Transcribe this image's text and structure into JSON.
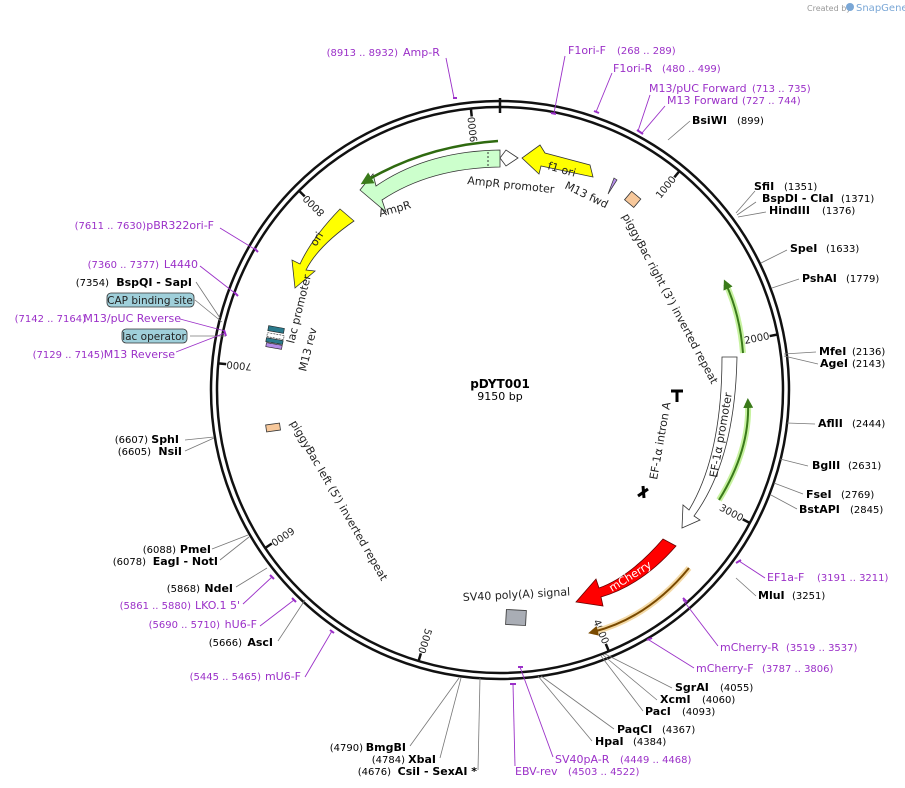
{
  "header": {
    "credit_prefix": "Created by",
    "brand": "SnapGene"
  },
  "map": {
    "name": "pDYT001",
    "length_label": "9150 bp",
    "total_bp": 9150
  },
  "ticks": [
    {
      "bp": 1000,
      "label": "1000"
    },
    {
      "bp": 2000,
      "label": "2000"
    },
    {
      "bp": 3000,
      "label": "3000"
    },
    {
      "bp": 4000,
      "label": "4000"
    },
    {
      "bp": 5000,
      "label": "5000"
    },
    {
      "bp": 6000,
      "label": "6000"
    },
    {
      "bp": 7000,
      "label": "7000"
    },
    {
      "bp": 8000,
      "label": "8000"
    },
    {
      "bp": 9000,
      "label": "9000"
    }
  ],
  "sites": [
    {
      "name": "BsiWI",
      "pos": "(899)",
      "side": "right",
      "bp": 899
    },
    {
      "name": "SfiI",
      "pos": "(1351)",
      "side": "right",
      "bp": 1351
    },
    {
      "name": "BspDI  - ClaI",
      "pos": "(1371)",
      "side": "right",
      "bp": 1371
    },
    {
      "name": "HindIII",
      "pos": "(1376)",
      "side": "right",
      "bp": 1376
    },
    {
      "name": "SpeI",
      "pos": "(1633)",
      "side": "right",
      "bp": 1633
    },
    {
      "name": "PshAI",
      "pos": "(1779)",
      "side": "right",
      "bp": 1779
    },
    {
      "name": "MfeI",
      "pos": "(2136)",
      "side": "right",
      "bp": 2136
    },
    {
      "name": "AgeI",
      "pos": "(2143)",
      "side": "right",
      "bp": 2143
    },
    {
      "name": "AflII",
      "pos": "(2444)",
      "side": "right",
      "bp": 2444
    },
    {
      "name": "BglII",
      "pos": "(2631)",
      "side": "right",
      "bp": 2631
    },
    {
      "name": "FseI",
      "pos": "(2769)",
      "side": "right",
      "bp": 2769
    },
    {
      "name": "BstAPI",
      "pos": "(2845)",
      "side": "right",
      "bp": 2845
    },
    {
      "name": "MluI",
      "pos": "(3251)",
      "side": "right",
      "bp": 3251
    },
    {
      "name": "SgrAI",
      "pos": "(4055)",
      "side": "right",
      "bp": 4055
    },
    {
      "name": "XcmI",
      "pos": "(4060)",
      "side": "right",
      "bp": 4060
    },
    {
      "name": "PacI",
      "pos": "(4093)",
      "side": "right",
      "bp": 4093
    },
    {
      "name": "PaqCI",
      "pos": "(4367)",
      "side": "right",
      "bp": 4367
    },
    {
      "name": "HpaI",
      "pos": "(4384)",
      "side": "right",
      "bp": 4384
    },
    {
      "name": "BmgBI",
      "pos": "(4790)",
      "side": "left",
      "bp": 4790
    },
    {
      "name": "XbaI",
      "pos": "(4784)",
      "side": "left",
      "bp": 4784
    },
    {
      "name": "CsiI  - SexAI *",
      "pos": "(4676)",
      "side": "left",
      "bp": 4676
    },
    {
      "name": "AscI",
      "pos": "(5666)",
      "side": "left",
      "bp": 5666
    },
    {
      "name": "NdeI",
      "pos": "(5868)",
      "side": "left",
      "bp": 5868
    },
    {
      "name": "PmeI",
      "pos": "(6088)",
      "side": "left",
      "bp": 6088
    },
    {
      "name": "EagI  - NotI",
      "pos": "(6078)",
      "side": "left",
      "bp": 6078
    },
    {
      "name": "SphI",
      "pos": "(6607)",
      "side": "left",
      "bp": 6607
    },
    {
      "name": "NsiI",
      "pos": "(6605)",
      "side": "left",
      "bp": 6605
    },
    {
      "name": "BspQI  - SapI",
      "pos": "(7354)",
      "side": "left",
      "bp": 7354
    }
  ],
  "primers": [
    {
      "name": "Amp-R",
      "pos": "(8913 .. 8932)",
      "side": "left",
      "bp": 8922
    },
    {
      "name": "F1ori-F",
      "pos": "(268 .. 289)",
      "side": "right",
      "bp": 278
    },
    {
      "name": "F1ori-R",
      "pos": "(480 .. 499)",
      "side": "right",
      "bp": 490
    },
    {
      "name": "M13/pUC Forward",
      "pos": "(713 .. 735)",
      "side": "right",
      "bp": 724
    },
    {
      "name": "M13 Forward",
      "pos": "(727 .. 744)",
      "side": "right",
      "bp": 735
    },
    {
      "name": "EF1a-F",
      "pos": "(3191 .. 3211)",
      "side": "right",
      "bp": 3201
    },
    {
      "name": "mCherry-R",
      "pos": "(3519 .. 3537)",
      "side": "right",
      "bp": 3528
    },
    {
      "name": "mCherry-F",
      "pos": "(3787 .. 3806)",
      "side": "right",
      "bp": 3796
    },
    {
      "name": "SV40pA-R",
      "pos": "(4449 .. 4468)",
      "side": "right",
      "bp": 4458
    },
    {
      "name": "EBV-rev",
      "pos": "(4503 .. 4522)",
      "side": "right",
      "bp": 4512
    },
    {
      "name": "mU6-F",
      "pos": "(5445 .. 5465)",
      "side": "left",
      "bp": 5455
    },
    {
      "name": "hU6-F",
      "pos": "(5690 .. 5710)",
      "side": "left",
      "bp": 5700
    },
    {
      "name": "LKO.1 5'",
      "pos": "(5861 .. 5880)",
      "side": "left",
      "bp": 5870
    },
    {
      "name": "M13 Reverse",
      "pos": "(7129 .. 7145)",
      "side": "left",
      "bp": 7137
    },
    {
      "name": "M13/pUC Reverse",
      "pos": "(7142 .. 7164)",
      "side": "left",
      "bp": 7153
    },
    {
      "name": "L4440",
      "pos": "(7360 .. 7377)",
      "side": "left",
      "bp": 7368
    },
    {
      "name": "pBR322ori-F",
      "pos": "(7611 .. 7630)",
      "side": "left",
      "bp": 7620
    }
  ],
  "boxed_labels": [
    {
      "name": "CAP binding site"
    },
    {
      "name": "lac operator"
    }
  ],
  "features": [
    {
      "name": "f1 ori",
      "kind": "arrow",
      "color": "#ffff00"
    },
    {
      "name": "AmpR promoter",
      "kind": "arrow",
      "color": "#ffffff"
    },
    {
      "name": "AmpR",
      "kind": "arrow",
      "color": "#ccffcc"
    },
    {
      "name": "ori",
      "kind": "arrow",
      "color": "#ffff00"
    },
    {
      "name": "lac promoter",
      "kind": "box",
      "color": "#ffffff"
    },
    {
      "name": "M13 rev",
      "kind": "box",
      "color": "#b48ce8"
    },
    {
      "name": "M13 fwd",
      "kind": "box",
      "color": "#b48ce8"
    },
    {
      "name": "piggyBac right (3') inverted repeat",
      "kind": "box",
      "color": "#f7c89b"
    },
    {
      "name": "piggyBac left (5') inverted repeat",
      "kind": "box",
      "color": "#f7c89b"
    },
    {
      "name": "EF-1α promoter",
      "kind": "arrow",
      "color": "#ffffff"
    },
    {
      "name": "EF-1α intron A",
      "kind": "intron",
      "color": "#000000"
    },
    {
      "name": "mCherry",
      "kind": "arrow",
      "color": "#ff0000"
    },
    {
      "name": "SV40 poly(A) signal",
      "kind": "box",
      "color": "#a9adb5"
    }
  ],
  "colors": {
    "primer": "#9b30c8",
    "backbone": "#111111",
    "green_primer_bar": "#55aa22",
    "orange_primer_bar": "#d08c1a"
  }
}
